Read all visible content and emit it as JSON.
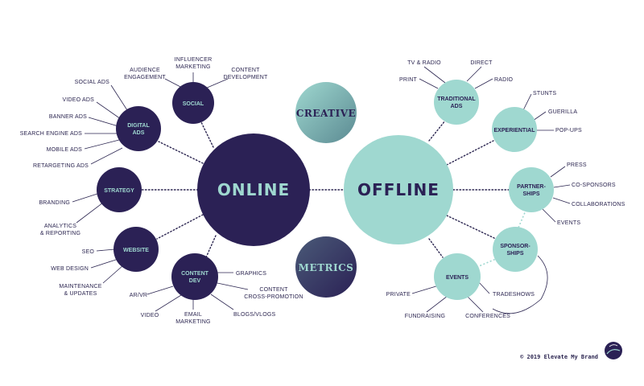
{
  "colors": {
    "dark": "#2b2155",
    "teal": "#9fd8d0",
    "text": "#2b2550"
  },
  "center": {
    "online": "ONLINE",
    "offline": "OFFLINE"
  },
  "side": {
    "creative": "CREATIVE",
    "metrics": "METRICS"
  },
  "online": {
    "social": {
      "title": [
        "SOCIAL"
      ],
      "items": [
        "AUDIENCE ENGAGEMENT",
        "INFLUENCER MARKETING",
        "CONTENT DEVELOPMENT"
      ]
    },
    "digital_ads": {
      "title": [
        "DIGITAL",
        "ADS"
      ],
      "items": [
        "SOCIAL ADS",
        "VIDEO ADS",
        "BANNER ADS",
        "SEARCH ENGINE ADS",
        "MOBILE ADS",
        "RETARGETING ADS"
      ]
    },
    "strategy": {
      "title": [
        "STRATEGY"
      ],
      "items": [
        "BRANDING",
        "ANALYTICS & REPORTING"
      ]
    },
    "website": {
      "title": [
        "WEBSITE"
      ],
      "items": [
        "SEO",
        "WEB DESIGN",
        "MAINTENANCE & UPDATES"
      ]
    },
    "content_dev": {
      "title": [
        "CONTENT",
        "DEV"
      ],
      "items": [
        "GRAPHICS",
        "CONTENT CROSS-PROMOTION",
        "BLOGS/VLOGS",
        "EMAIL MARKETING",
        "VIDEO",
        "AR/VR"
      ]
    }
  },
  "offline": {
    "traditional_ads": {
      "title": [
        "TRADITIONAL",
        "ADS"
      ],
      "items": [
        "TV & RADIO",
        "DIRECT",
        "PRINT",
        "RADIO"
      ]
    },
    "experiential": {
      "title": [
        "EXPERIENTIAL"
      ],
      "items": [
        "STUNTS",
        "GUERILLA",
        "POP-UPS"
      ]
    },
    "partnerships": {
      "title": [
        "PARTNER-",
        "SHIPS"
      ],
      "items": [
        "PRESS",
        "CO-SPONSORS",
        "COLLABORATIONS",
        "EVENTS"
      ]
    },
    "sponsorships": {
      "title": [
        "SPONSOR-",
        "SHIPS"
      ],
      "items": []
    },
    "events": {
      "title": [
        "EVENTS"
      ],
      "items": [
        "PRIVATE",
        "FUNDRAISING",
        "CONFERENCES",
        "TRADESHOWS"
      ]
    }
  },
  "footer": "© 2019 Elevate My Brand"
}
